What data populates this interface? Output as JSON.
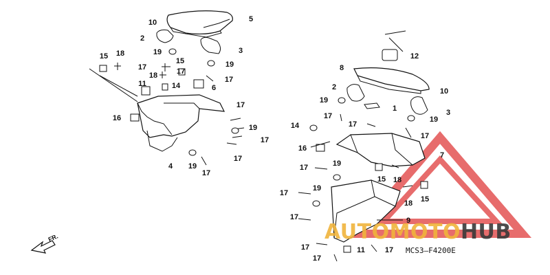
{
  "diagram_code": "MCS3–F4200E",
  "front_label": "FR.",
  "watermark": {
    "part1": "AUTOMOTO",
    "part2": "HUB",
    "color_primary": "#f0b43c",
    "color_secondary": "#3a3a3a",
    "triangle_color": "#e03c3c"
  },
  "callouts": [
    {
      "label": "10"
    },
    {
      "label": "5"
    },
    {
      "label": "2"
    },
    {
      "label": "3"
    },
    {
      "label": "19"
    },
    {
      "label": "15"
    },
    {
      "label": "18"
    },
    {
      "label": "17"
    },
    {
      "label": "15"
    },
    {
      "label": "19"
    },
    {
      "label": "18"
    },
    {
      "label": "17"
    },
    {
      "label": "11"
    },
    {
      "label": "14"
    },
    {
      "label": "6"
    },
    {
      "label": "17"
    },
    {
      "label": "16"
    },
    {
      "label": "17"
    },
    {
      "label": "19"
    },
    {
      "label": "17"
    },
    {
      "label": "4"
    },
    {
      "label": "19"
    },
    {
      "label": "17"
    },
    {
      "label": "17"
    },
    {
      "label": "12"
    },
    {
      "label": "8"
    },
    {
      "label": "10"
    },
    {
      "label": "2"
    },
    {
      "label": "19"
    },
    {
      "label": "1"
    },
    {
      "label": "17"
    },
    {
      "label": "3"
    },
    {
      "label": "19"
    },
    {
      "label": "14"
    },
    {
      "label": "17"
    },
    {
      "label": "17"
    },
    {
      "label": "16"
    },
    {
      "label": "7"
    },
    {
      "label": "17"
    },
    {
      "label": "19"
    },
    {
      "label": "15"
    },
    {
      "label": "18"
    },
    {
      "label": "17"
    },
    {
      "label": "19"
    },
    {
      "label": "18"
    },
    {
      "label": "15"
    },
    {
      "label": "17"
    },
    {
      "label": "9"
    },
    {
      "label": "17"
    },
    {
      "label": "11"
    },
    {
      "label": "17"
    },
    {
      "label": "17"
    }
  ]
}
